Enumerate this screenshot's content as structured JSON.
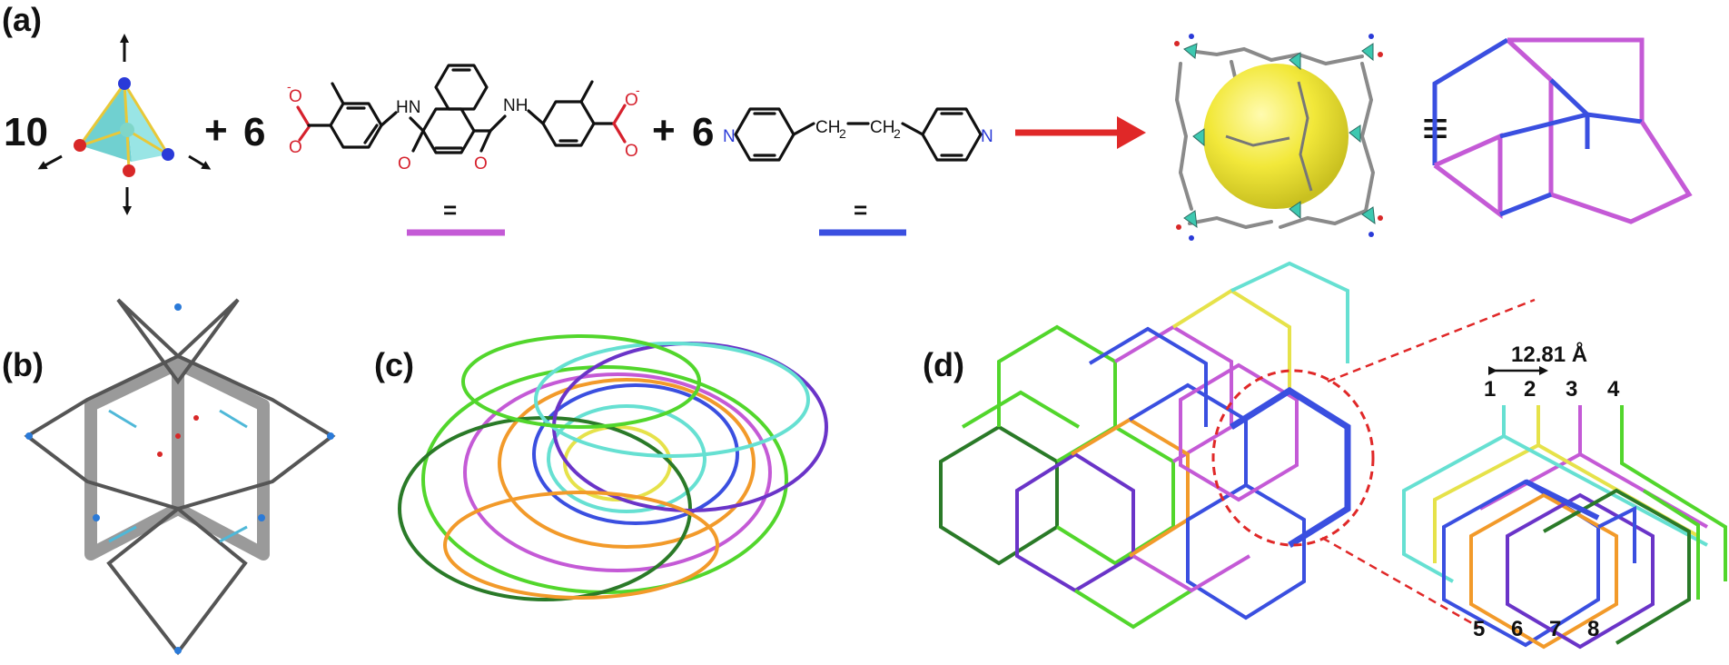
{
  "panels": {
    "a": "(a)",
    "b": "(b)",
    "c": "(c)",
    "d": "(d)"
  },
  "scheme": {
    "metal_count": "10",
    "plus": "+",
    "ligand1_count": "6",
    "ligand2_count": "6",
    "equivalence": "≡",
    "ligand_equals": "=",
    "labels": {
      "nh": "NH",
      "hn": "HN",
      "o": "O",
      "o_minus": "-",
      "n": "N",
      "ch2": "CH",
      "sub2": "2"
    }
  },
  "measure": {
    "distance": "12.81 Å"
  },
  "net_numbers": {
    "top": [
      "1",
      "2",
      "3",
      "4"
    ],
    "bottom": [
      "5",
      "6",
      "7",
      "8"
    ]
  },
  "colors": {
    "magenta": "#c45ad6",
    "blue": "#3a4fe0",
    "red": "#e02828",
    "cyan": "#66e0d2",
    "green": "#52d62c",
    "yellow": "#e6e24a",
    "orange": "#f29a2a",
    "purple": "#6a34c8",
    "dark_green": "#2a7a28",
    "sphere": "#f0e640",
    "tetrahedron": "#6fd2d2"
  }
}
